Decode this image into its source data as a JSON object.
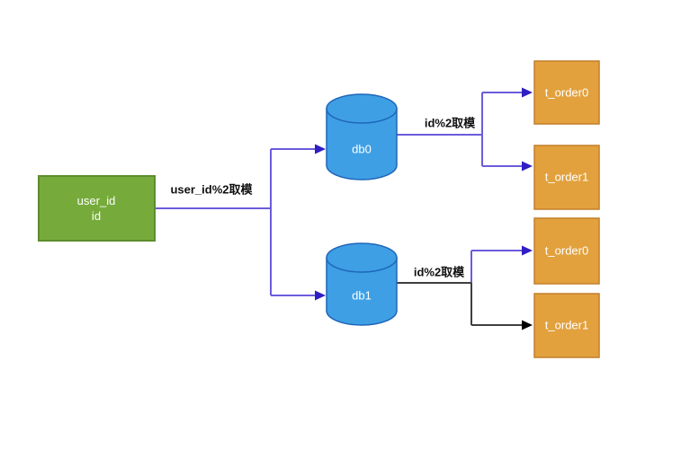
{
  "diagram": {
    "nodes": {
      "source": {
        "line1": "user_id",
        "line2": "id"
      },
      "db0": {
        "label": "db0"
      },
      "db1": {
        "label": "db1"
      },
      "table_db0_0": {
        "label": "t_order0"
      },
      "table_db0_1": {
        "label": "t_order1"
      },
      "table_db1_0": {
        "label": "t_order0"
      },
      "table_db1_1": {
        "label": "t_order1"
      }
    },
    "edge_labels": {
      "source_split": "user_id%2取模",
      "db0_split": "id%2取模",
      "db1_split": "id%2取模"
    },
    "colors": {
      "source_fill": "#76ab3c",
      "source_stroke": "#5e8c2e",
      "db_fill": "#3e9fe5",
      "db_stroke": "#1f66b8",
      "table_fill": "#e2a13d",
      "table_stroke": "#c27f2c",
      "edge_purple": "#6b5cdc",
      "edge_purple_head": "#2f1ec4",
      "edge_dark": "#3f3f3f",
      "edge_dark_head": "#000000"
    }
  }
}
